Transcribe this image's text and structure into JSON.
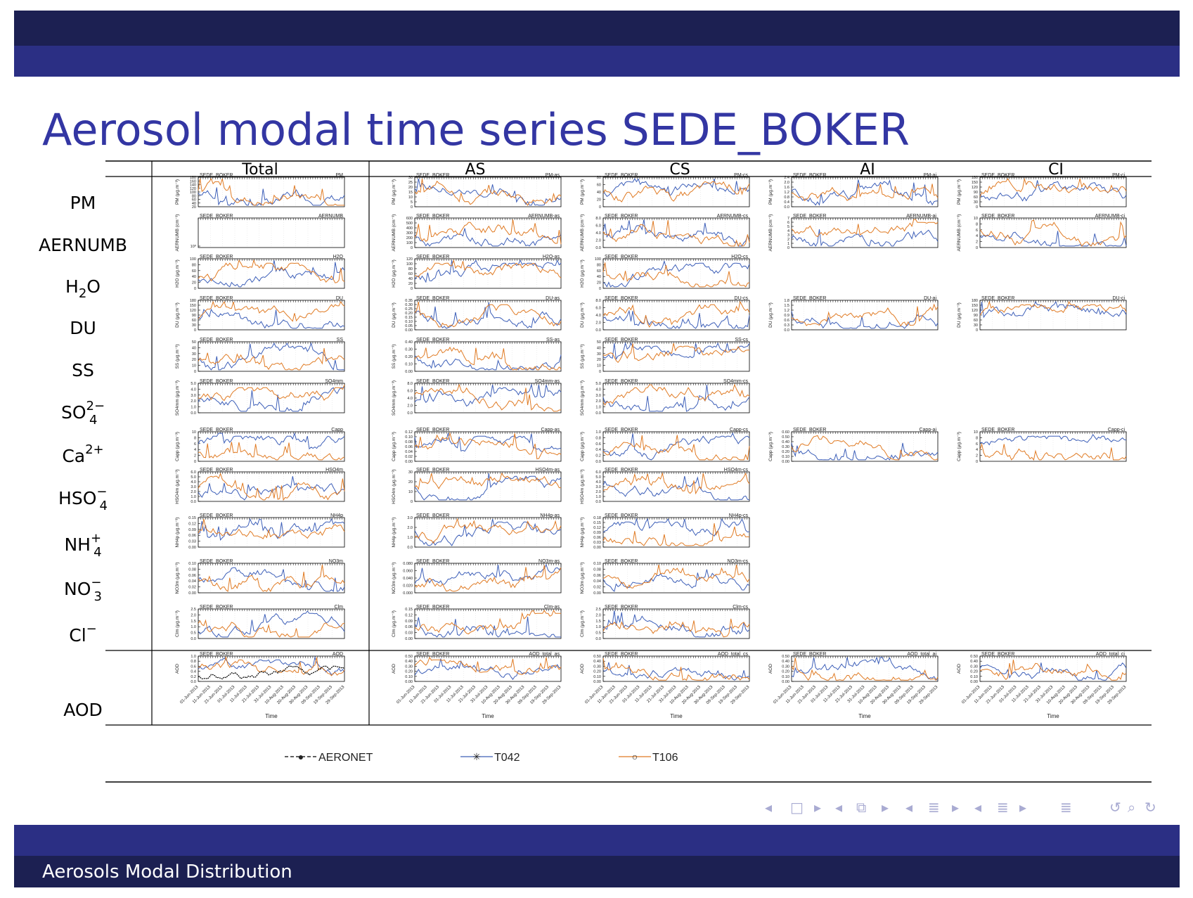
{
  "slide": {
    "title": "Aerosol modal time series SEDE_BOKER",
    "footer": "Aerosols Modal Distribution"
  },
  "chart_data": {
    "type": "line",
    "station": "SEDE_BOKER",
    "columns": [
      "Total",
      "AS",
      "CS",
      "AI",
      "CI"
    ],
    "rows": [
      {
        "label": "PM",
        "sub": "",
        "sup": ""
      },
      {
        "label": "AERNUMB",
        "sub": "",
        "sup": ""
      },
      {
        "label": "H",
        "sub": "2",
        "sup": "",
        "tail": "O"
      },
      {
        "label": "DU",
        "sub": "",
        "sup": ""
      },
      {
        "label": "SS",
        "sub": "",
        "sup": ""
      },
      {
        "label": "SO",
        "sub": "4",
        "sup": "2−"
      },
      {
        "label": "Ca",
        "sub": "",
        "sup": "2+"
      },
      {
        "label": "HSO",
        "sub": "4",
        "sup": "−"
      },
      {
        "label": "NH",
        "sub": "4",
        "sup": "+"
      },
      {
        "label": "NO",
        "sub": "3",
        "sup": "−"
      },
      {
        "label": "Cl",
        "sub": "",
        "sup": "−"
      },
      {
        "label": "AOD",
        "sub": "",
        "sup": ""
      }
    ],
    "panels": [
      {
        "row": 0,
        "col": 0,
        "tag": "PM",
        "ylabel": "PM (μg.m⁻³)",
        "yticks": [
          "180",
          "160",
          "140",
          "120",
          "100",
          "80",
          "60",
          "40",
          "20"
        ]
      },
      {
        "row": 0,
        "col": 1,
        "tag": "PM-as",
        "ylabel": "PM (μg.m⁻³)",
        "yticks": [
          "30",
          "25",
          "20",
          "15",
          "10",
          "5",
          "0"
        ]
      },
      {
        "row": 0,
        "col": 2,
        "tag": "PM-cs",
        "ylabel": "PM (μg.m⁻³)",
        "yticks": [
          "80",
          "60",
          "40",
          "20",
          "0"
        ]
      },
      {
        "row": 0,
        "col": 3,
        "tag": "PM-ai",
        "ylabel": "PM (μg.m⁻³)",
        "yticks": [
          "2.4",
          "2.0",
          "1.6",
          "1.2",
          "0.8",
          "0.4",
          "0.0"
        ]
      },
      {
        "row": 0,
        "col": 4,
        "tag": "PM-ci",
        "ylabel": "PM (μg.m⁻³)",
        "yticks": [
          "180",
          "150",
          "120",
          "90",
          "60",
          "30",
          "0"
        ]
      },
      {
        "row": 1,
        "col": 0,
        "tag": "AERNUMB",
        "ylabel": "AERNUMB (cm⁻³)",
        "yticks": [
          "10⁰"
        ]
      },
      {
        "row": 1,
        "col": 1,
        "tag": "AERNUMB-as",
        "ylabel": "AERNUMB (cm⁻³)",
        "yticks": [
          "600",
          "500",
          "400",
          "300",
          "200",
          "100",
          "0"
        ]
      },
      {
        "row": 1,
        "col": 2,
        "tag": "AERNUMB-cs",
        "ylabel": "AERNUMB (cm⁻³)",
        "yticks": [
          "8.0",
          "6.0",
          "4.0",
          "2.0",
          "0.0"
        ]
      },
      {
        "row": 1,
        "col": 3,
        "tag": "AERNUMB-ai",
        "ylabel": "AERNUMB (cm⁻³)",
        "yticks": [
          "7",
          "6",
          "5",
          "4",
          "3",
          "2",
          "1",
          "0"
        ]
      },
      {
        "row": 1,
        "col": 4,
        "tag": "AERNUMB-ci",
        "ylabel": "AERNUMB (cm⁻³)",
        "yticks": [
          "10",
          "8",
          "6",
          "4",
          "2",
          "0"
        ]
      },
      {
        "row": 2,
        "col": 0,
        "tag": "H2O",
        "ylabel": "H2O (μg.m⁻³)",
        "yticks": [
          "100",
          "80",
          "60",
          "40",
          "20",
          "0"
        ]
      },
      {
        "row": 2,
        "col": 1,
        "tag": "H2O-as",
        "ylabel": "H2O (μg.m⁻³)",
        "yticks": [
          "120",
          "100",
          "80",
          "60",
          "40",
          "20",
          "0"
        ]
      },
      {
        "row": 2,
        "col": 2,
        "tag": "H2O-cs",
        "ylabel": "H2O (μg.m⁻³)",
        "yticks": [
          "100",
          "80",
          "60",
          "40",
          "20",
          "0"
        ]
      },
      {
        "row": 3,
        "col": 0,
        "tag": "DU",
        "ylabel": "DU (μg.m⁻³)",
        "yticks": [
          "180",
          "150",
          "120",
          "90",
          "60",
          "30",
          "0"
        ]
      },
      {
        "row": 3,
        "col": 1,
        "tag": "DU-as",
        "ylabel": "DU (μg.m⁻³)",
        "yticks": [
          "0.35",
          "0.30",
          "0.25",
          "0.20",
          "0.15",
          "0.10",
          "0.05",
          "0.00"
        ]
      },
      {
        "row": 3,
        "col": 2,
        "tag": "DU-cs",
        "ylabel": "DU (μg.m⁻³)",
        "yticks": [
          "8.0",
          "6.0",
          "4.0",
          "2.0",
          "0.0"
        ]
      },
      {
        "row": 3,
        "col": 3,
        "tag": "DU-ai",
        "ylabel": "DU (μg.m⁻³)",
        "yticks": [
          "1.8",
          "1.5",
          "1.2",
          "0.9",
          "0.6",
          "0.3",
          "0.0"
        ]
      },
      {
        "row": 3,
        "col": 4,
        "tag": "DU-ci",
        "ylabel": "DU (μg.m⁻³)",
        "yticks": [
          "180",
          "150",
          "120",
          "90",
          "60",
          "30",
          "0"
        ]
      },
      {
        "row": 4,
        "col": 0,
        "tag": "SS",
        "ylabel": "SS (μg.m⁻³)",
        "yticks": [
          "50",
          "40",
          "30",
          "20",
          "10",
          "0"
        ]
      },
      {
        "row": 4,
        "col": 1,
        "tag": "SS-as",
        "ylabel": "SS (μg.m⁻³)",
        "yticks": [
          "0.40",
          "0.30",
          "0.20",
          "0.10",
          "0.00"
        ]
      },
      {
        "row": 4,
        "col": 2,
        "tag": "SS-cs",
        "ylabel": "SS (μg.m⁻³)",
        "yticks": [
          "50",
          "40",
          "30",
          "20",
          "10",
          "0"
        ]
      },
      {
        "row": 5,
        "col": 0,
        "tag": "SO4mm",
        "ylabel": "SO4mm (μg.m⁻³)",
        "yticks": [
          "5.0",
          "4.0",
          "3.0",
          "2.0",
          "1.0",
          "0.0"
        ]
      },
      {
        "row": 5,
        "col": 1,
        "tag": "SO4mm-as",
        "ylabel": "SO4mm (μg.m⁻³)",
        "yticks": [
          "8.0",
          "6.0",
          "4.0",
          "2.0",
          "0.0"
        ]
      },
      {
        "row": 5,
        "col": 2,
        "tag": "SO4mm-cs",
        "ylabel": "SO4mm (μg.m⁻³)",
        "yticks": [
          "5.0",
          "4.0",
          "3.0",
          "2.0",
          "1.0",
          "0.0"
        ]
      },
      {
        "row": 6,
        "col": 0,
        "tag": "Capp",
        "ylabel": "Capp (μg.m⁻³)",
        "yticks": [
          "10",
          "8",
          "6",
          "4",
          "2",
          "0"
        ]
      },
      {
        "row": 6,
        "col": 1,
        "tag": "Capp-as",
        "ylabel": "Capp (μg.m⁻³)",
        "yticks": [
          "0.12",
          "0.10",
          "0.08",
          "0.06",
          "0.04",
          "0.02",
          "0.00"
        ]
      },
      {
        "row": 6,
        "col": 2,
        "tag": "Capp-cs",
        "ylabel": "Capp (μg.m⁻³)",
        "yticks": [
          "1.0",
          "0.8",
          "0.6",
          "0.4",
          "0.2",
          "0.0"
        ]
      },
      {
        "row": 6,
        "col": 3,
        "tag": "Capp-ai",
        "ylabel": "Capp (μg.m⁻³)",
        "yticks": [
          "0.60",
          "0.50",
          "0.40",
          "0.30",
          "0.20",
          "0.10",
          "0.00"
        ]
      },
      {
        "row": 6,
        "col": 4,
        "tag": "Capp-ci",
        "ylabel": "Capp (μg.m⁻³)",
        "yticks": [
          "10",
          "8",
          "6",
          "4",
          "2",
          "0"
        ]
      },
      {
        "row": 7,
        "col": 0,
        "tag": "HSO4m",
        "ylabel": "HSO4m (μg.m⁻³)",
        "yticks": [
          "6.0",
          "5.0",
          "4.0",
          "3.0",
          "2.0",
          "1.0",
          "0.0"
        ]
      },
      {
        "row": 7,
        "col": 1,
        "tag": "HSO4m-as",
        "ylabel": "HSO4m (μg.m⁻³)",
        "yticks": [
          "30",
          "20",
          "10",
          "0"
        ]
      },
      {
        "row": 7,
        "col": 2,
        "tag": "HSO4m-cs",
        "ylabel": "HSO4m (μg.m⁻³)",
        "yticks": [
          "6.0",
          "5.0",
          "4.0",
          "3.0",
          "2.0",
          "1.0",
          "0.0"
        ]
      },
      {
        "row": 8,
        "col": 0,
        "tag": "NH4p",
        "ylabel": "NH4p (μg.m⁻³)",
        "yticks": [
          "0.15",
          "0.12",
          "0.09",
          "0.06",
          "0.03",
          "0.00"
        ]
      },
      {
        "row": 8,
        "col": 1,
        "tag": "NH4p-as",
        "ylabel": "NH4p (μg.m⁻³)",
        "yticks": [
          "3.0",
          "2.0",
          "1.0",
          "0.0"
        ]
      },
      {
        "row": 8,
        "col": 2,
        "tag": "NH4p-cs",
        "ylabel": "NH4p (μg.m⁻³)",
        "yticks": [
          "0.18",
          "0.15",
          "0.12",
          "0.09",
          "0.06",
          "0.03",
          "0.00"
        ]
      },
      {
        "row": 9,
        "col": 0,
        "tag": "NO3m",
        "ylabel": "NO3m (μg.m⁻³)",
        "yticks": [
          "0.10",
          "0.08",
          "0.06",
          "0.04",
          "0.02",
          "0.00"
        ]
      },
      {
        "row": 9,
        "col": 1,
        "tag": "NO3m-as",
        "ylabel": "NO3m (μg.m⁻³)",
        "yticks": [
          "0.080",
          "0.060",
          "0.040",
          "0.020",
          "0.000"
        ]
      },
      {
        "row": 9,
        "col": 2,
        "tag": "NO3m-cs",
        "ylabel": "NO3m (μg.m⁻³)",
        "yticks": [
          "0.10",
          "0.08",
          "0.06",
          "0.04",
          "0.02",
          "0.00"
        ]
      },
      {
        "row": 10,
        "col": 0,
        "tag": "Clm",
        "ylabel": "Clm (μg.m⁻³)",
        "yticks": [
          "2.5",
          "2.0",
          "1.5",
          "1.0",
          "0.5",
          "0.0"
        ]
      },
      {
        "row": 10,
        "col": 1,
        "tag": "Clm-as",
        "ylabel": "Clm (μg.m⁻³)",
        "yticks": [
          "0.15",
          "0.12",
          "0.09",
          "0.06",
          "0.03",
          "0.00"
        ]
      },
      {
        "row": 10,
        "col": 2,
        "tag": "Clm-cs",
        "ylabel": "Clm (μg.m⁻³)",
        "yticks": [
          "2.5",
          "2.0",
          "1.5",
          "1.0",
          "0.5",
          "0.0"
        ]
      },
      {
        "row": 11,
        "col": 0,
        "tag": "AOD",
        "ylabel": "AOD",
        "yticks": [
          "1.0",
          "0.8",
          "0.6",
          "0.4",
          "0.2",
          "0.0"
        ]
      },
      {
        "row": 11,
        "col": 1,
        "tag": "AOD_total_as",
        "ylabel": "AOD",
        "yticks": [
          "0.50",
          "0.40",
          "0.30",
          "0.20",
          "0.10",
          "0.00"
        ]
      },
      {
        "row": 11,
        "col": 2,
        "tag": "AOD_total_cs",
        "ylabel": "AOD",
        "yticks": [
          "0.50",
          "0.40",
          "0.30",
          "0.20",
          "0.10",
          "0.00"
        ]
      },
      {
        "row": 11,
        "col": 3,
        "tag": "AOD_total_ai",
        "ylabel": "AOD",
        "yticks": [
          "0.50",
          "0.40",
          "0.30",
          "0.20",
          "0.10",
          "0.00"
        ]
      },
      {
        "row": 11,
        "col": 4,
        "tag": "AOD_total_ci",
        "ylabel": "AOD",
        "yticks": [
          "0.50",
          "0.40",
          "0.30",
          "0.20",
          "0.10",
          "0.00"
        ]
      }
    ],
    "x_ticks": [
      "01-Jun-2013",
      "11-Jun-2013",
      "21-Jun-2013",
      "01-Jul-2013",
      "11-Jul-2013",
      "21-Jul-2013",
      "31-Jul-2013",
      "10-Aug-2013",
      "20-Aug-2013",
      "30-Aug-2013",
      "09-Sep-2013",
      "19-Sep-2013",
      "29-Sep-2013"
    ],
    "xlabel": "Time",
    "legend": [
      {
        "name": "AERONET",
        "color": "#000000",
        "marker": "●"
      },
      {
        "name": "T042",
        "color": "#3d5fb8",
        "marker": "✳"
      },
      {
        "name": "T106",
        "color": "#e07b24",
        "marker": "○"
      }
    ],
    "colors": {
      "T042": "#3d5fb8",
      "T106": "#e07b24",
      "AERONET": "#000000"
    }
  },
  "nav": {
    "icons": [
      "◂",
      "□",
      "▸",
      "◂",
      "⧉",
      "▸",
      "◂",
      "≣",
      "▸",
      "◂",
      "≣",
      "▸",
      "≣",
      "↺",
      "⌕",
      "↻"
    ]
  }
}
